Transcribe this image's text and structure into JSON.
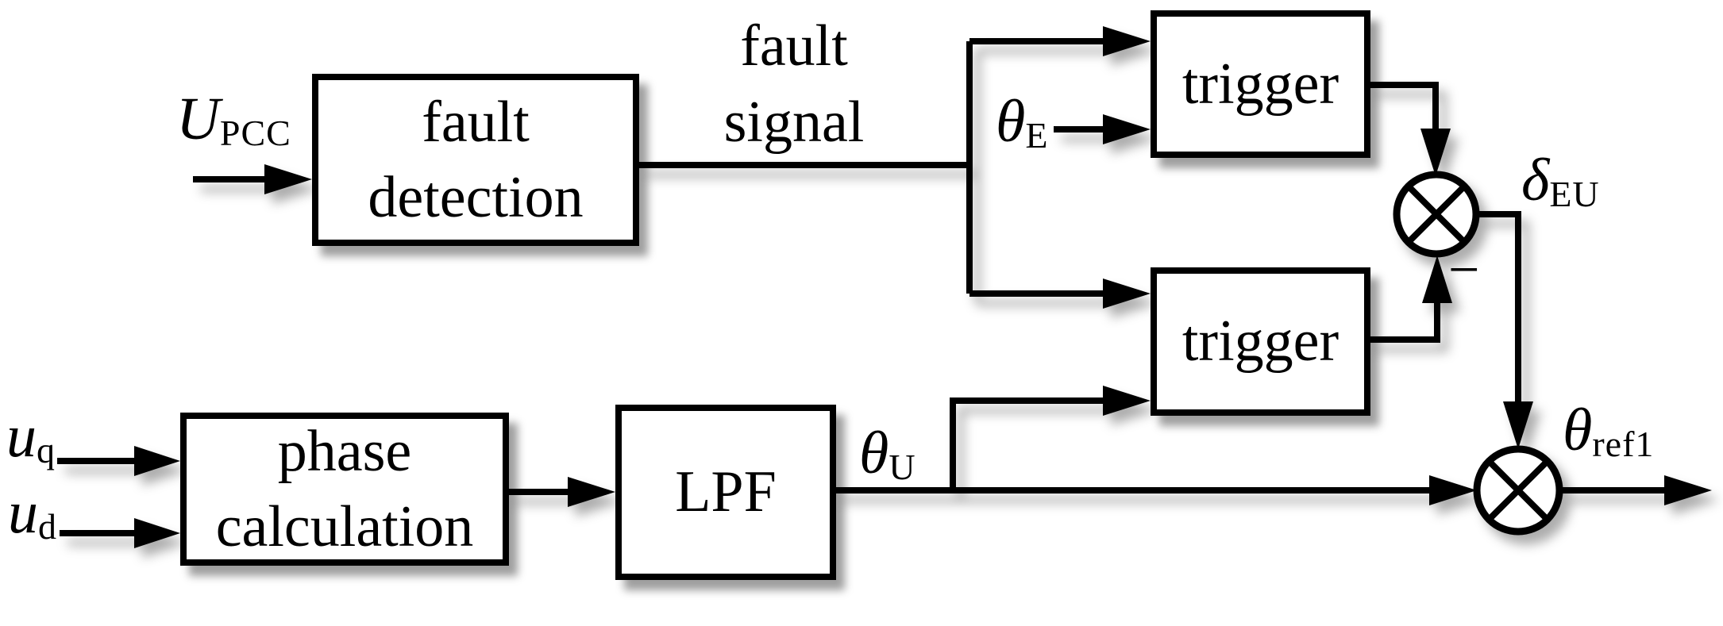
{
  "diagram": {
    "kind": "control-block-diagram",
    "description": "Fault detection and phase calculation scheme with trigger blocks and multiplier junctions producing the reference phase",
    "colors": {
      "ink": "#000000",
      "background": "#ffffff"
    }
  },
  "blocks": {
    "fault_detection": {
      "line1": "fault",
      "line2": "detection"
    },
    "trigger_top": {
      "label": "trigger"
    },
    "trigger_bottom": {
      "label": "trigger"
    },
    "phase_calculation": {
      "line1": "phase",
      "line2": "calculation"
    },
    "lpf": {
      "label": "LPF"
    }
  },
  "signals": {
    "u_pcc": {
      "base": "U",
      "sub": "PCC"
    },
    "fault_signal": {
      "line1": "fault",
      "line2": "signal"
    },
    "theta_e": {
      "base": "θ",
      "sub": "E"
    },
    "u_q": {
      "base": "u",
      "sub": "q"
    },
    "u_d": {
      "base": "u",
      "sub": "d"
    },
    "theta_u": {
      "base": "θ",
      "sub": "U"
    },
    "delta_eu": {
      "base": "δ",
      "sub": "EU"
    },
    "theta_ref1": {
      "base": "θ",
      "sub": "ref1"
    },
    "minus_sign": "−"
  },
  "junctions": {
    "top": {
      "symbol": "otimes-multiplier"
    },
    "bottom": {
      "symbol": "otimes-multiplier"
    }
  }
}
